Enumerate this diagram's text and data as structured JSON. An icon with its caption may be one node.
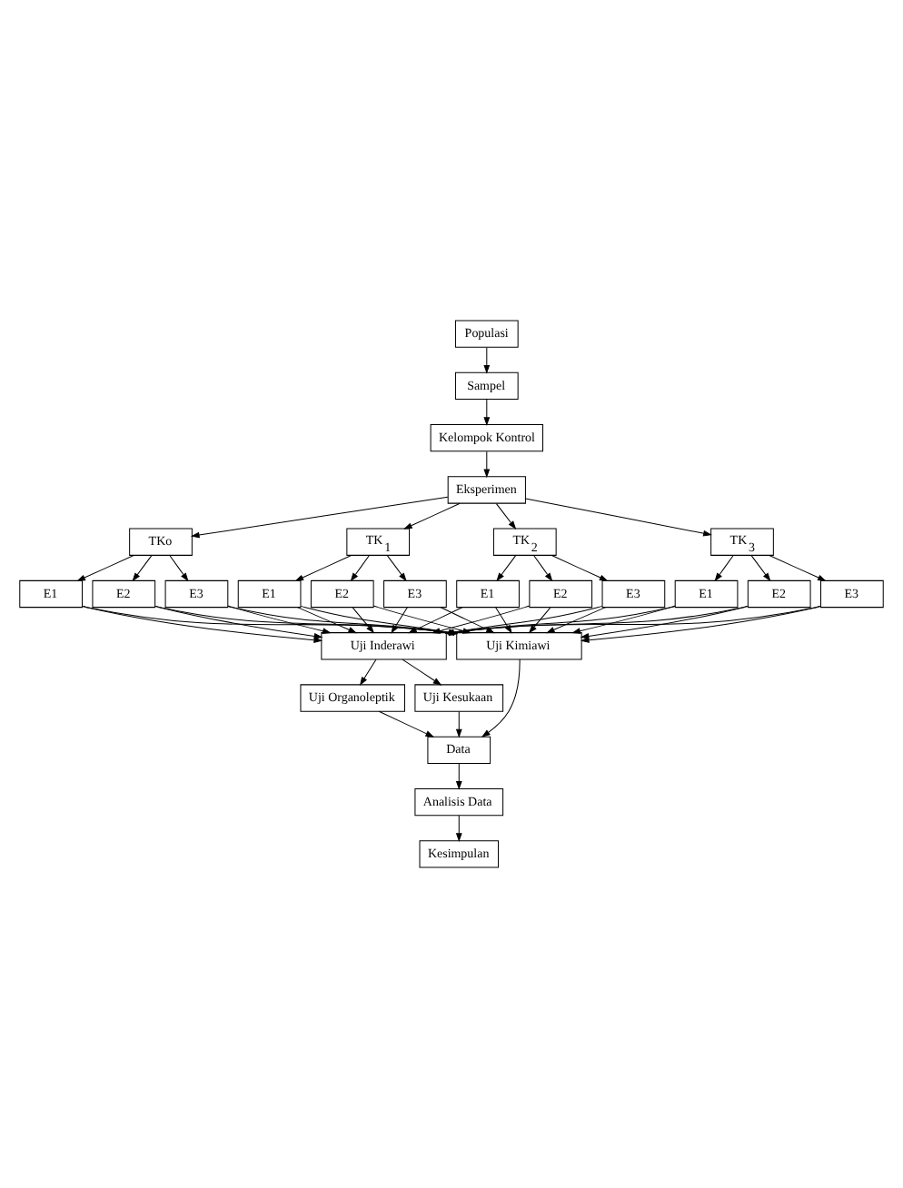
{
  "diagram": {
    "nodes": [
      {
        "text": [
          "Populasi"
        ]
      },
      {
        "text": [
          "Sampel"
        ]
      },
      {
        "text": [
          "Kelompok Kontrol"
        ]
      },
      {
        "text": [
          "Eksperimen"
        ]
      },
      {
        "text": [
          "TKo"
        ]
      },
      {
        "text": [
          "TK$_{1}$"
        ]
      },
      {
        "text": [
          "TK$_{2}$"
        ]
      },
      {
        "text": [
          "TK$_{3}$"
        ]
      },
      {
        "text": [
          "E1"
        ]
      },
      {
        "text": [
          "E2"
        ]
      },
      {
        "text": [
          "E3"
        ]
      },
      {
        "text": [
          "E1"
        ]
      },
      {
        "text": [
          "E2"
        ]
      },
      {
        "text": [
          "E3"
        ]
      },
      {
        "text": [
          "E1"
        ]
      },
      {
        "text": [
          "E2"
        ]
      },
      {
        "text": [
          "E3"
        ]
      },
      {
        "text": [
          "E1"
        ]
      },
      {
        "text": [
          "E2"
        ]
      },
      {
        "text": [
          "E3"
        ]
      },
      {
        "text": [
          "Uji Inderawi"
        ]
      },
      {
        "text": [
          "Uji Kimiawi"
        ]
      },
      {
        "text": [
          "Uji Organoleptik"
        ]
      },
      {
        "text": [
          "Uji Kesukaan"
        ]
      },
      {
        "text": [
          "Data"
        ]
      },
      {
        "text": [
          "Analisis Data"
        ]
      },
      {
        "text": [
          "Kesimpulan"
        ]
      }
    ],
    "edges": [
      {
        "from": 0,
        "to": 1,
        "arrow": "to"
      },
      {
        "from": 1,
        "to": 2,
        "arrow": "to"
      },
      {
        "from": 2,
        "to": 3,
        "arrow": "to"
      },
      {
        "from": 3,
        "to": 4,
        "arrow": "to"
      },
      {
        "from": 3,
        "to": 5,
        "arrow": "to"
      },
      {
        "from": 3,
        "to": 6,
        "arrow": "to"
      },
      {
        "from": 3,
        "to": 7,
        "arrow": "to"
      },
      {
        "from": 4,
        "to": 8,
        "arrow": "to"
      },
      {
        "from": 4,
        "to": 9,
        "arrow": "to"
      },
      {
        "from": 4,
        "to": 10,
        "arrow": "to"
      },
      {
        "from": 5,
        "to": 11,
        "arrow": "to"
      },
      {
        "from": 5,
        "to": 12,
        "arrow": "to"
      },
      {
        "from": 5,
        "to": 13,
        "arrow": "to"
      },
      {
        "from": 6,
        "to": 14,
        "arrow": "to"
      },
      {
        "from": 6,
        "to": 15,
        "arrow": "to"
      },
      {
        "from": 6,
        "to": 16,
        "arrow": "to"
      },
      {
        "from": 7,
        "to": 17,
        "arrow": "to"
      },
      {
        "from": 7,
        "to": 18,
        "arrow": "to"
      },
      {
        "from": 7,
        "to": 19,
        "arrow": "to"
      },
      {
        "from": 8,
        "to": 20,
        "arrow": "to"
      },
      {
        "from": 8,
        "to": 21,
        "arrow": "to"
      },
      {
        "from": 9,
        "to": 20,
        "arrow": "to"
      },
      {
        "from": 9,
        "to": 21,
        "arrow": "to"
      },
      {
        "from": 10,
        "to": 20,
        "arrow": "to"
      },
      {
        "from": 10,
        "to": 21,
        "arrow": "to"
      },
      {
        "from": 11,
        "to": 20,
        "arrow": "to"
      },
      {
        "from": 11,
        "to": 21,
        "arrow": "to"
      },
      {
        "from": 12,
        "to": 20,
        "arrow": "to"
      },
      {
        "from": 12,
        "to": 21,
        "arrow": "to"
      },
      {
        "from": 13,
        "to": 20,
        "arrow": "to"
      },
      {
        "from": 13,
        "to": 21,
        "arrow": "to"
      },
      {
        "from": 14,
        "to": 20,
        "arrow": "to"
      },
      {
        "from": 14,
        "to": 21,
        "arrow": "to"
      },
      {
        "from": 15,
        "to": 20,
        "arrow": "to"
      },
      {
        "from": 15,
        "to": 21,
        "arrow": "to"
      },
      {
        "from": 16,
        "to": 20,
        "arrow": "to"
      },
      {
        "from": 16,
        "to": 21,
        "arrow": "to"
      },
      {
        "from": 17,
        "to": 20,
        "arrow": "to"
      },
      {
        "from": 17,
        "to": 21,
        "arrow": "to"
      },
      {
        "from": 18,
        "to": 20,
        "arrow": "to"
      },
      {
        "from": 18,
        "to": 21,
        "arrow": "to"
      },
      {
        "from": 19,
        "to": 20,
        "arrow": "to"
      },
      {
        "from": 19,
        "to": 21,
        "arrow": "to"
      },
      {
        "from": 20,
        "to": 22,
        "arrow": "to"
      },
      {
        "from": 20,
        "to": 23,
        "arrow": "to"
      },
      {
        "from": 22,
        "to": 24,
        "arrow": "to"
      },
      {
        "from": 23,
        "to": 24,
        "arrow": "to"
      },
      {
        "from": 21,
        "to": 24,
        "arrow": "to"
      },
      {
        "from": 24,
        "to": 25,
        "arrow": "to"
      },
      {
        "from": 25,
        "to": 26,
        "arrow": "to"
      }
    ]
  }
}
